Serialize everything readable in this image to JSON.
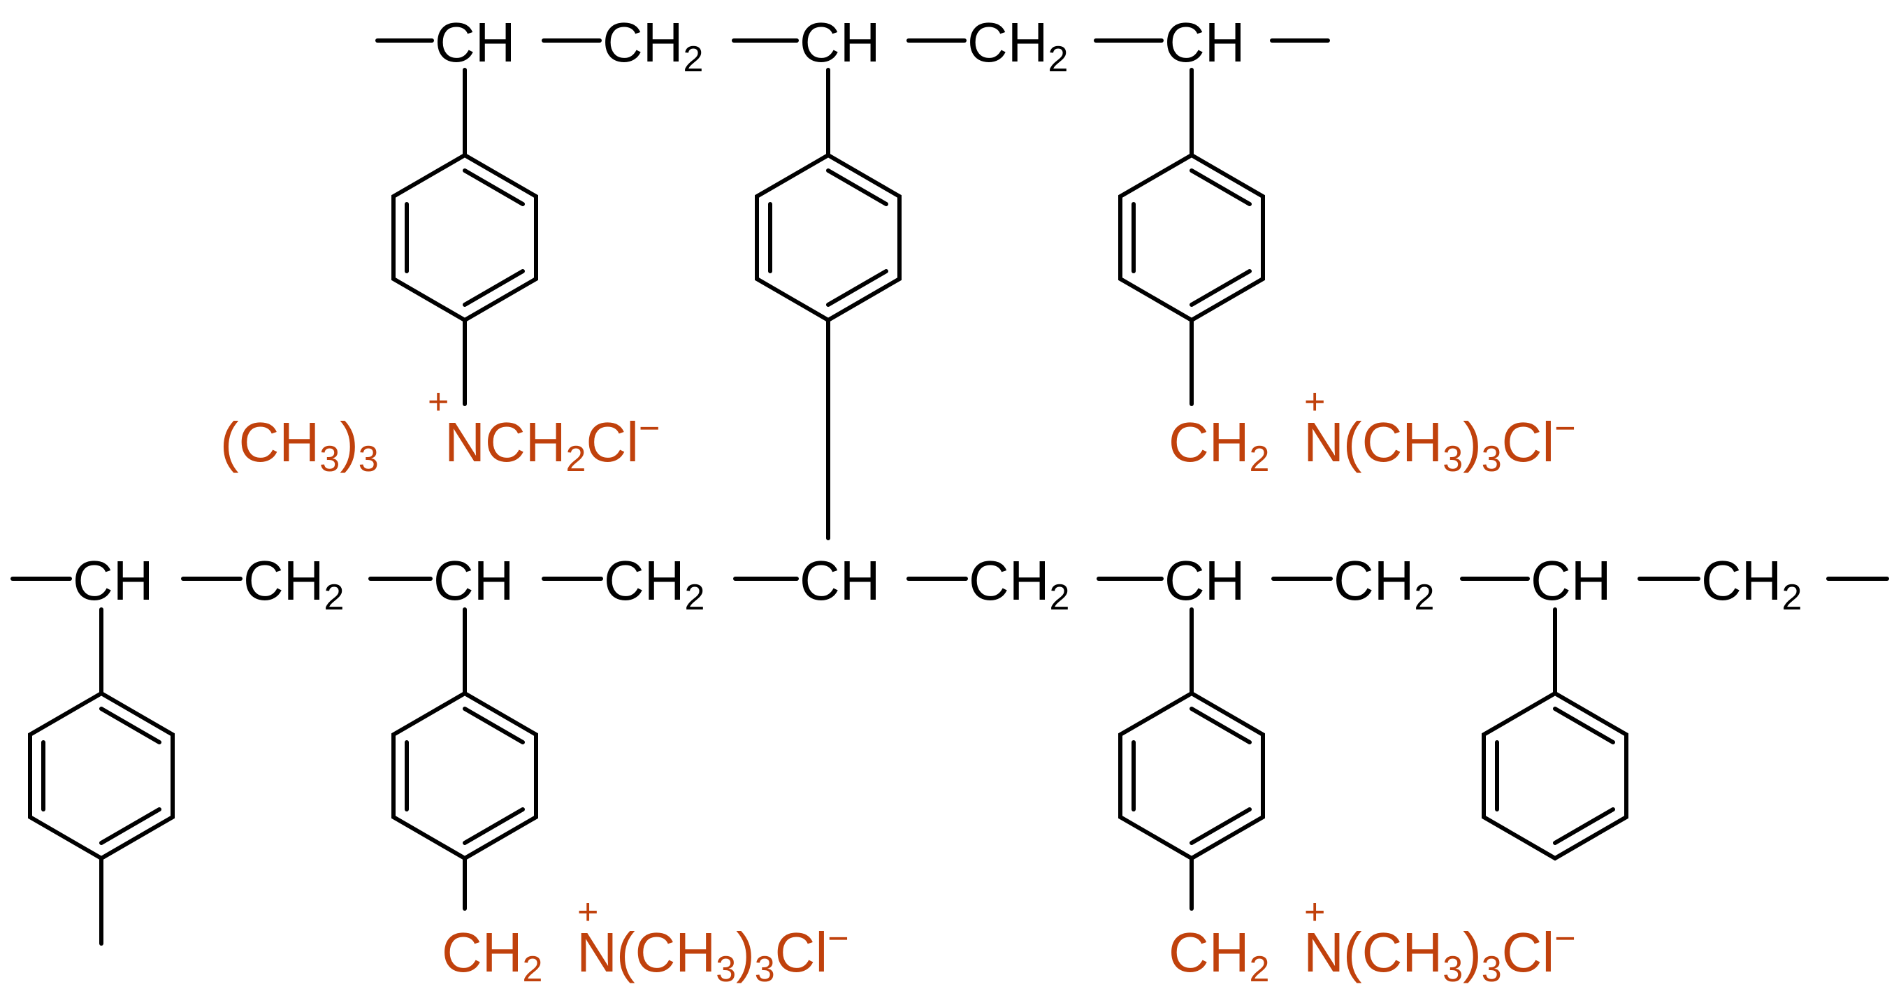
{
  "colors": {
    "backbone": "#000000",
    "functional_group": "#c0410c",
    "background": "#ffffff"
  },
  "upper_chain": {
    "units": [
      {
        "main": "CH"
      },
      {
        "main": "CH",
        "sub": "2"
      },
      {
        "main": "CH"
      },
      {
        "main": "CH",
        "sub": "2"
      },
      {
        "main": "CH"
      }
    ]
  },
  "lower_chain": {
    "units": [
      {
        "main": "CH"
      },
      {
        "main": "CH",
        "sub": "2"
      },
      {
        "main": "CH"
      },
      {
        "main": "CH",
        "sub": "2"
      },
      {
        "main": "CH"
      },
      {
        "main": "CH",
        "sub": "2"
      },
      {
        "main": "CH"
      },
      {
        "main": "CH",
        "sub": "2"
      },
      {
        "main": "CH"
      },
      {
        "main": "CH",
        "sub": "2"
      }
    ]
  },
  "functional_groups": {
    "upper_left": {
      "t1": "(CH",
      "s1": "3",
      "t2": ")",
      "s2": "3",
      "n": "N",
      "charge": "+",
      "t3": "CH",
      "s3": "2",
      "t4": "Cl",
      "anion": "−"
    },
    "upper_right": {
      "t1": "CH",
      "s1": "2",
      "n": "N",
      "charge": "+",
      "t2": "(CH",
      "s2": "3",
      "t3": ")",
      "s3": "3",
      "t4": "Cl",
      "anion": "−"
    },
    "lower_middle": {
      "t1": "CH",
      "s1": "2",
      "n": "N",
      "charge": "+",
      "t2": "(CH",
      "s2": "3",
      "t3": ")",
      "s3": "3",
      "t4": "Cl",
      "anion": "−"
    },
    "lower_right": {
      "t1": "CH",
      "s1": "2",
      "n": "N",
      "charge": "+",
      "t2": "(CH",
      "s2": "3",
      "t3": ")",
      "s3": "3",
      "t4": "Cl",
      "anion": "−"
    }
  }
}
